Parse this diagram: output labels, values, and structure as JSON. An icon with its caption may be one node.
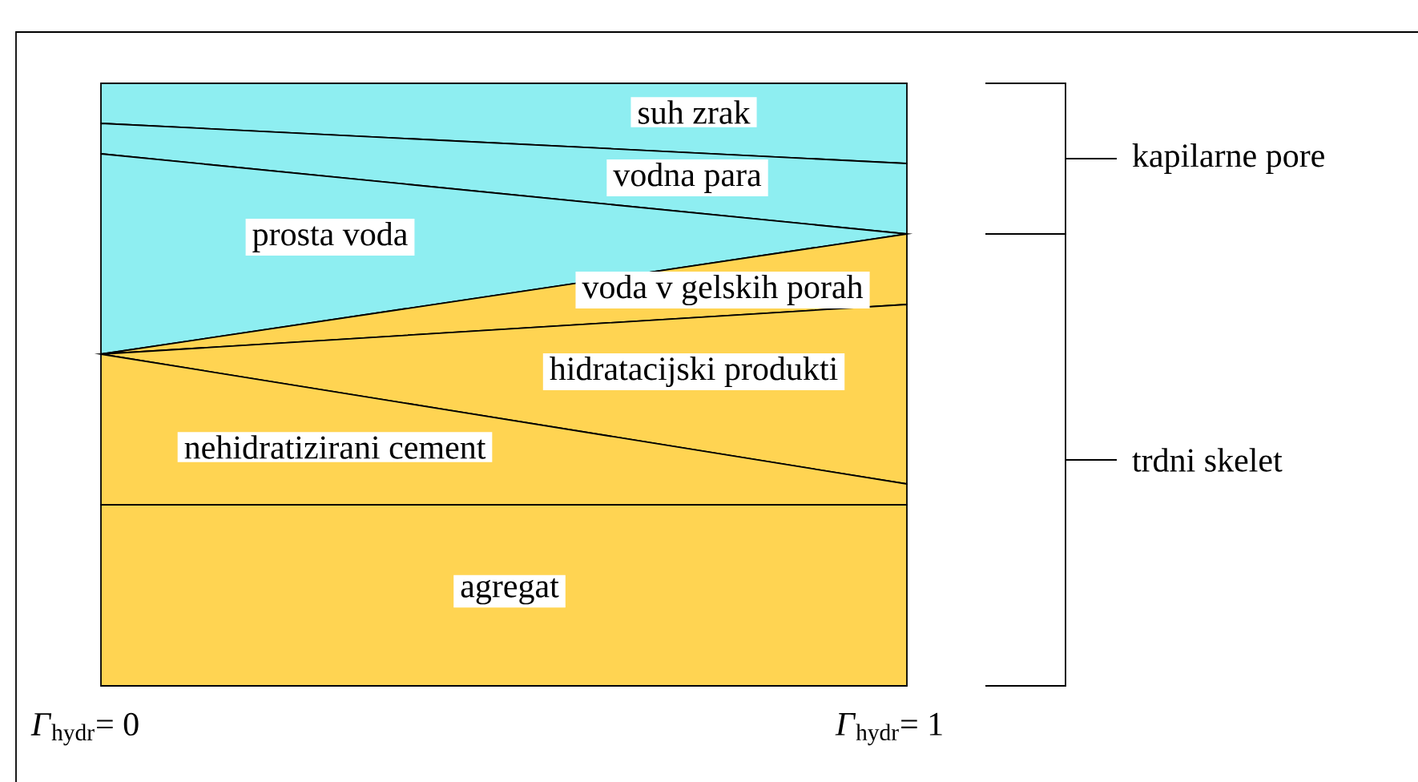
{
  "diagram": {
    "nodes": [
      {
        "text": [
          "suh zrak"
        ]
      },
      {
        "text": [
          "vodna para"
        ]
      },
      {
        "text": [
          "prosta voda"
        ]
      },
      {
        "text": [
          "voda v gelskih porah"
        ]
      },
      {
        "text": [
          "hidratacijski produkti"
        ]
      },
      {
        "text": [
          "nehidratizirani cement"
        ]
      },
      {
        "text": [
          "agregat"
        ]
      }
    ],
    "labels": [
      "kapilarne pore",
      "trdni skelet",
      "*Γ*$_{hydr}$= 0",
      "*Γ*$_{hydr}$= 1"
    ]
  }
}
